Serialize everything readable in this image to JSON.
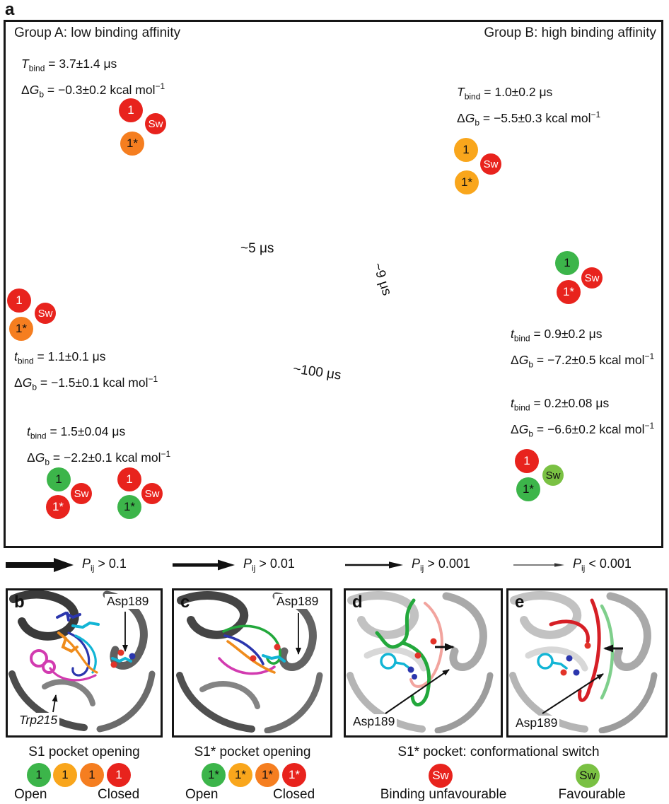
{
  "a": {
    "label": "a",
    "group_a": "Group A: low binding affinity",
    "group_b": "Group B: high binding affinity",
    "states": [
      {
        "name": "blue",
        "sym": "T",
        "val": "= 3.7±1.4 μs",
        "gval": "= −0.3±0.2 kcal mol"
      },
      {
        "name": "orange",
        "sym": "T",
        "val": "= 1.0±0.2 μs",
        "gval": "= −5.5±0.3 kcal mol"
      },
      {
        "name": "cyan",
        "sym": "t",
        "val": "= 1.1±0.1 μs",
        "gval": "= −1.5±0.1 kcal mol"
      },
      {
        "name": "magenta",
        "sym": "t",
        "val": "= 0.9±0.2 μs",
        "gval": "= −7.2±0.5 kcal mol"
      },
      {
        "name": "green",
        "sym": "t",
        "val": "= 1.5±0.04 μs",
        "gval": "= −2.2±0.1 kcal mol"
      },
      {
        "name": "red",
        "sym": "t",
        "val": "= 0.2±0.08 μs",
        "gval": "= −6.6±0.2 kcal mol"
      }
    ],
    "badges": [
      {
        "t": "1",
        "c": "red"
      },
      {
        "t": "Sw",
        "c": "red"
      },
      {
        "t": "1*",
        "c": "orange"
      },
      {
        "t": "1",
        "c": "amber"
      },
      {
        "t": "Sw",
        "c": "red"
      },
      {
        "t": "1*",
        "c": "amber"
      },
      {
        "t": "1",
        "c": "red"
      },
      {
        "t": "Sw",
        "c": "red"
      },
      {
        "t": "1*",
        "c": "orange"
      },
      {
        "t": "1",
        "c": "green"
      },
      {
        "t": "Sw",
        "c": "red"
      },
      {
        "t": "1*",
        "c": "red"
      },
      {
        "t": "1",
        "c": "green"
      },
      {
        "t": "Sw",
        "c": "red"
      },
      {
        "t": "1*",
        "c": "red"
      },
      {
        "t": "1",
        "c": "red"
      },
      {
        "t": "Sw",
        "c": "red"
      },
      {
        "t": "1*",
        "c": "green"
      },
      {
        "t": "1",
        "c": "red"
      },
      {
        "t": "Sw",
        "c": "lightgreen"
      },
      {
        "t": "1*",
        "c": "green"
      }
    ],
    "timescales": {
      "t5": "~5 μs",
      "t9": "~9 μs",
      "t100": "~100 μs"
    }
  },
  "shared": {
    "bind": "bind",
    "delta": "Δ",
    "G": "G",
    "b": "b",
    "inv": "−1"
  },
  "legend": {
    "p": "P",
    "sub": "ij",
    "items": [
      "> 0.1",
      "> 0.01",
      "> 0.001",
      "< 0.001"
    ]
  },
  "panels": {
    "b": {
      "letter": "b",
      "asp": "Asp189",
      "trp": "Trp215"
    },
    "c": {
      "letter": "c",
      "asp": "Asp189"
    },
    "d": {
      "letter": "d",
      "asp": "Asp189"
    },
    "e": {
      "letter": "e",
      "asp": "Asp189"
    }
  },
  "bottom": {
    "s1": {
      "title": "S1 pocket opening",
      "circles": [
        {
          "t": "1",
          "c": "green"
        },
        {
          "t": "1",
          "c": "amber"
        },
        {
          "t": "1",
          "c": "orange"
        },
        {
          "t": "1",
          "c": "red"
        }
      ],
      "open": "Open",
      "closed": "Closed"
    },
    "s1star": {
      "title": "S1* pocket opening",
      "circles": [
        {
          "t": "1*",
          "c": "green"
        },
        {
          "t": "1*",
          "c": "amber"
        },
        {
          "t": "1*",
          "c": "orange"
        },
        {
          "t": "1*",
          "c": "red"
        }
      ],
      "open": "Open",
      "closed": "Closed"
    },
    "switch": {
      "title": "S1* pocket: conformational switch",
      "sw_red": {
        "t": "Sw",
        "c": "red",
        "label": "Binding unfavourable"
      },
      "sw_green": {
        "t": "Sw",
        "c": "lightgreen",
        "label": "Favourable"
      }
    }
  },
  "colors": {
    "red": "#e8231d",
    "orange": "#f57e20",
    "amber": "#f9a61c",
    "green": "#3cb54a",
    "lightgreen": "#7ac143",
    "state_gray": "#a7a7a7",
    "group_bg": "#e3e3e3"
  }
}
